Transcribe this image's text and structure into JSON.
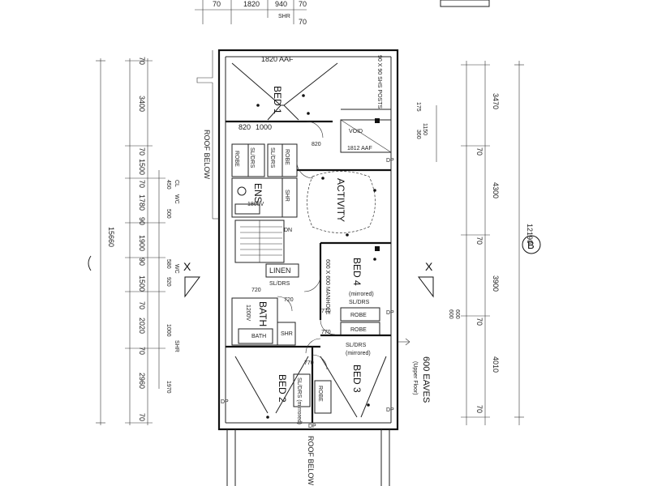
{
  "rooms": {
    "bed1": "BED 1",
    "activity": "ACTIVITY",
    "ens": "ENS",
    "bed4": "BED 4",
    "bed4_note": "(mirrored)",
    "bath": "BATH",
    "bed2": "BED 2",
    "bed3": "BED 3",
    "linen": "LINEN",
    "void": "VOID",
    "robe": "ROBE",
    "sl_drs": "SL/DRS",
    "sl_drs_mirrored": "SL/DRS (mirrored)",
    "shr": "SHR",
    "bath_tub": "BATH",
    "dn": "DN"
  },
  "annotations": {
    "roof_below": "ROOF BELOW",
    "eaves": "600 EAVES",
    "eaves_sub": "(Upper Floor)",
    "posts": "90 X 90 SHS POSTS",
    "dp": "DP",
    "manhole": "600 X 600 MANHOLE",
    "aaf_top": "1820 AAF",
    "aaf_void": "1812 AAF",
    "vanity": "1800V",
    "vanity_bath": "1200V",
    "section_x": "X",
    "grid_b": "B"
  },
  "dimensions": {
    "top": [
      "70",
      "1820",
      "940",
      "70",
      "SHR"
    ],
    "left_outer": [
      "70",
      "3400",
      "70",
      "1500",
      "70",
      "1780",
      "90",
      "1900",
      "90",
      "1500",
      "70",
      "2020",
      "70",
      "2960",
      "70"
    ],
    "left_total": "15660",
    "left_inner": [
      "450",
      "500",
      "580",
      "920",
      "1000",
      "1970"
    ],
    "left_inner_labels": [
      "CL",
      "WC",
      "WC",
      "SHR"
    ],
    "right_outer": [
      "3470",
      "70",
      "4300",
      "70",
      "3900",
      "70",
      "4010",
      "70"
    ],
    "right_total": "12190",
    "right_inner": [
      "175",
      "1150",
      "360",
      "600",
      "600"
    ],
    "interior": [
      "820",
      "1000",
      "820",
      "720",
      "720",
      "770",
      "770",
      "770"
    ]
  }
}
